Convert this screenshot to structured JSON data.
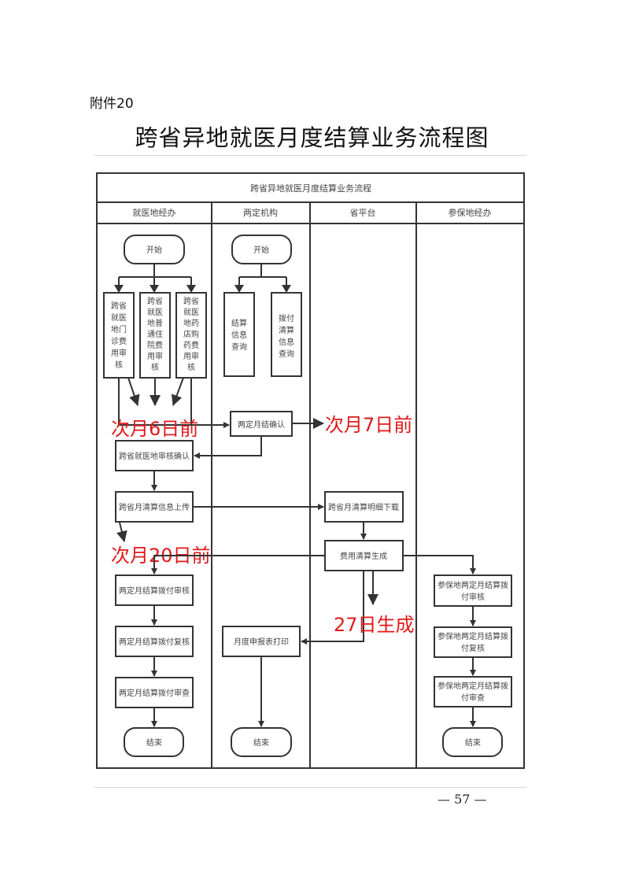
{
  "page": {
    "attachment_label": "附件20",
    "title": "跨省异地就医月度结算业务流程图",
    "page_number": "— 57 —"
  },
  "flowchart": {
    "caption": "跨省异地就医月度结算业务流程",
    "lanes": [
      "就医地经办",
      "两定机构",
      "省平台",
      "参保地经办"
    ],
    "nodes": {
      "l1_start": "开始",
      "l1_outpatient": "跨省就医地门诊费用审核",
      "l1_inpatient": "跨省就医地普通住院费用审核",
      "l1_pharmacy": "跨省就医地药店购药费用审核",
      "l1_confirm": "跨省就医地审核确认",
      "l1_upload": "跨省月清算信息上传",
      "l1_review": "两定月结算拨付审核",
      "l1_recheck": "两定月结算拨付复核",
      "l1_audit": "两定月结算拨付审查",
      "l1_end": "结束",
      "l2_start": "开始",
      "l2_settle_query": "结算信息查询",
      "l2_clear_query": "拨付清算信息查询",
      "l2_monthly_confirm": "两定月结确认",
      "l2_print": "月度申报表打印",
      "l2_end": "结束",
      "l3_download": "跨省月清算明细下载",
      "l3_generate": "费用清算生成",
      "l4_review": "参保地两定月结算拨付审核",
      "l4_recheck": "参保地两定月结算拨付复核",
      "l4_audit": "参保地两定月结算拨付审查",
      "l4_end": "结束"
    },
    "annotations": {
      "deadline_6": "次月6日前",
      "deadline_7": "次月7日前",
      "deadline_20": "次月20日前",
      "generate_27": "27日生成"
    },
    "colors": {
      "annotation": "#e0191b",
      "stroke": "#333333"
    }
  }
}
